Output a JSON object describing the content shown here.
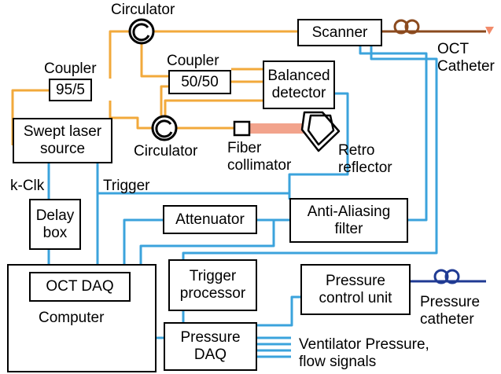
{
  "diagram": {
    "colors": {
      "fiber": "#f2a93b",
      "signal": "#3ba3dc",
      "outline": "#000000",
      "beam": "#f2a38c",
      "catheter": "#8b4a1e",
      "catheter_tip": "#f28b6b",
      "pressure_line": "#1f3a93"
    },
    "boxes": {
      "scanner": "Scanner",
      "coupler_95_5": "95/5",
      "coupler_50_50": "50/50",
      "balanced_detector": "Balanced\ndetector",
      "swept_laser": "Swept laser\nsource",
      "attenuator": "Attenuator",
      "anti_aliasing": "Anti-Aliasing\nfilter",
      "delay_box": "Delay\nbox",
      "oct_daq": "OCT DAQ",
      "trigger_processor": "Trigger\nprocessor",
      "pressure_control": "Pressure\ncontrol unit",
      "pressure_daq": "Pressure\nDAQ"
    },
    "labels": {
      "circulator_top": "Circulator",
      "circulator_bottom": "Circulator",
      "coupler_left": "Coupler",
      "coupler_right": "Coupler",
      "oct_catheter": "OCT\nCatheter",
      "fiber_collimator": "Fiber\ncollimator",
      "retro_reflector": "Retro\nreflector",
      "k_clk": "k-Clk",
      "trigger": "Trigger",
      "computer": "Computer",
      "pressure_catheter": "Pressure\ncatheter",
      "ventilator": "Ventilator Pressure,\nflow signals"
    }
  }
}
